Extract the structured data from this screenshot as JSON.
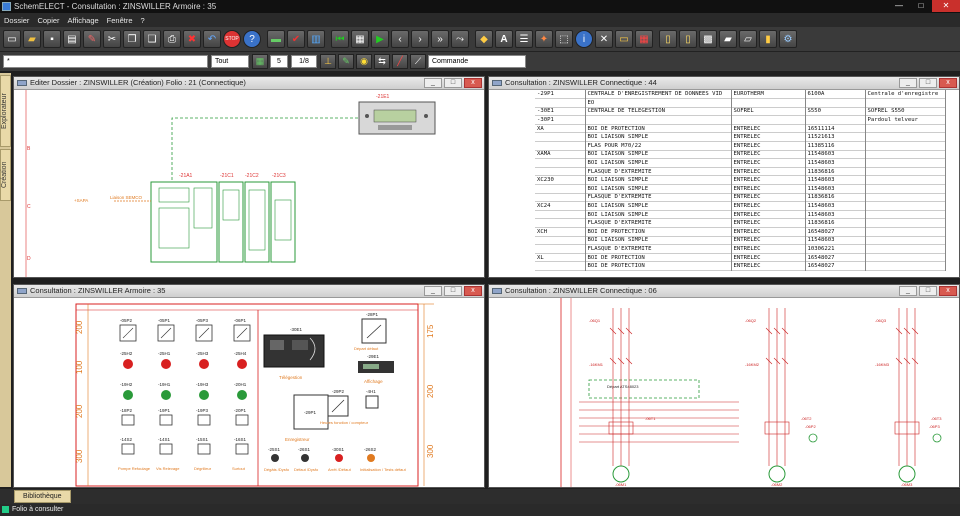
{
  "window": {
    "title": "SchemELECT - Consultation : ZINSWILLER  Armoire : 35",
    "minimize": "—",
    "maximize": "□",
    "close": "✕"
  },
  "menu": [
    "Dossier",
    "Copier",
    "Affichage",
    "Fenêtre",
    "?"
  ],
  "toolbar": {
    "filter_value": "*",
    "filter_mode": "Tout",
    "folio_number": "5",
    "folio_range": "1/8",
    "line_style": "Commande"
  },
  "sidebar": {
    "explorer_label": "Explorateur",
    "creation_label": "Création"
  },
  "panes": {
    "editor": {
      "title": "Editer  Dossier : ZINSWILLER  (Création)  Folio : 21  (Connectique)",
      "labels": [
        "-21E1",
        "-21A1",
        "-21C1",
        "-21C2",
        "-21C3",
        "Liaison SEMCO",
        "+SAPA"
      ]
    },
    "nomenclature": {
      "title": "Consultation : ZINSWILLER  Connectique : 44",
      "rows": [
        [
          "-29P1",
          "CENTRALE D'ENREGISTREMENT DE DONNEES VID",
          "EUROTHERM",
          "6100A",
          "Centrale d'enregistre"
        ],
        [
          "",
          "EO",
          "",
          "",
          ""
        ],
        [
          "-30E1",
          "CENTRALE DE TELEGESTION",
          "SOFREL",
          "S550",
          "SOFREL S550"
        ],
        [
          "-30P1",
          "",
          "",
          "",
          "Pardoul telveur"
        ],
        [
          "XA",
          "BOI DE PROTECTION",
          "ENTRELEC",
          "16511114",
          ""
        ],
        [
          "",
          "BOI LIAISON SIMPLE",
          "ENTRELEC",
          "11521613",
          ""
        ],
        [
          "",
          "FLAS POUR M70/22",
          "ENTRELEC",
          "11385116",
          ""
        ],
        [
          "XAMA",
          "BOI LIAISON SIMPLE",
          "ENTRELEC",
          "11548603",
          ""
        ],
        [
          "",
          "BOI LIAISON SIMPLE",
          "ENTRELEC",
          "11548603",
          ""
        ],
        [
          "",
          "FLASQUE D'EXTREMITE",
          "ENTRELEC",
          "11836816",
          ""
        ],
        [
          "XC230",
          "BOI LIAISON SIMPLE",
          "ENTRELEC",
          "11548603",
          ""
        ],
        [
          "",
          "BOI LIAISON SIMPLE",
          "ENTRELEC",
          "11548603",
          ""
        ],
        [
          "",
          "FLASQUE D'EXTREMITE",
          "ENTRELEC",
          "11836816",
          ""
        ],
        [
          "XC24",
          "BOI LIAISON SIMPLE",
          "ENTRELEC",
          "11548603",
          ""
        ],
        [
          "",
          "BOI LIAISON SIMPLE",
          "ENTRELEC",
          "11548603",
          ""
        ],
        [
          "",
          "FLASQUE D'EXTREMITE",
          "ENTRELEC",
          "11836816",
          ""
        ],
        [
          "XCH",
          "BOI DE PROTECTION",
          "ENTRELEC",
          "16548027",
          ""
        ],
        [
          "",
          "BOI LIAISON SIMPLE",
          "ENTRELEC",
          "11548603",
          ""
        ],
        [
          "",
          "FLASQUE D'EXTREMITE",
          "ENTRELEC",
          "10306221",
          ""
        ],
        [
          "XL",
          "BOI DE PROTECTION",
          "ENTRELEC",
          "16548027",
          ""
        ],
        [
          "",
          "BOI DE PROTECTION",
          "ENTRELEC",
          "16548027",
          ""
        ]
      ]
    },
    "armoire": {
      "title": "Consultation : ZINSWILLER  Armoire : 35",
      "meters": [
        "-05P2",
        "-05P1",
        "-05P3",
        "-06P1"
      ],
      "lamps_red": [
        "-25H2",
        "-25H1",
        "-25H3",
        "-25H4"
      ],
      "lamps_green": [
        "-19H2",
        "-19H1",
        "-19H3",
        "-20H1"
      ],
      "switches_a": [
        "-18P2",
        "-19P1",
        "-19P3",
        "-20P1"
      ],
      "switches_b": [
        "-14S2",
        "-14S1",
        "-15S1",
        "-16S1"
      ],
      "captions": [
        "Pompe Refoulage",
        "Vis Relevage",
        "Dégrilleur",
        "Surtout"
      ],
      "right_labels": [
        "-30E1",
        "-29P1",
        "-29E1",
        "-29P2",
        "-28P1",
        "-4H1",
        "Télégestion",
        "Affichage",
        "Enregistreur",
        "Heures fonction / compteur",
        "Départ défaut"
      ],
      "buttons": [
        "-25S1",
        "-26S1",
        "-30S1",
        "-26S2"
      ],
      "button_captions": [
        "Dégâts /Dysfo",
        "Défaut /Dysfo",
        "Arrêt /Défaut",
        "Initialisation / Tests défaut"
      ],
      "ruler_left": [
        "200",
        "100",
        "200",
        "300"
      ],
      "ruler_right": [
        "175",
        "200",
        "300"
      ]
    },
    "schema": {
      "title": "Consultation : ZINSWILLER  Connectique : 06",
      "labels": [
        "-06Q1",
        "-06Q2",
        "-06Q3",
        "-16KM1",
        "-16KM2",
        "-16KM3",
        "-06T1",
        "-06T2",
        "-06T3",
        "-06M1",
        "-06M2",
        "-06M3",
        "-06P2",
        "-06P3",
        "Départ ATS48023"
      ]
    }
  },
  "tabs": [
    "Bibliothèque"
  ],
  "status": "Folio à consulter",
  "colors": {
    "accent_red": "#d82020",
    "schema_red": "#cc2222",
    "schema_green": "#2a9a3a",
    "orange": "#e07a20",
    "panel_tab": "#e9d9a8"
  }
}
